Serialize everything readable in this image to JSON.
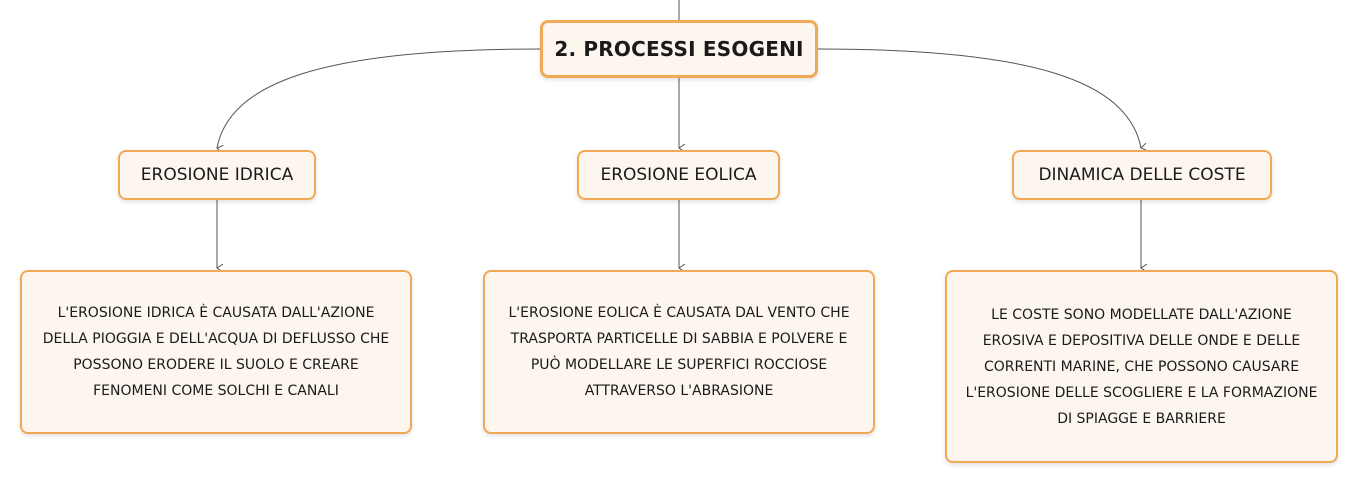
{
  "root": {
    "label": "2. PROCESSI ESOGENI"
  },
  "branches": [
    {
      "label": "EROSIONE IDRICA",
      "description": "L'EROSIONE IDRICA È CAUSATA DALL'AZIONE DELLA PIOGGIA E DELL'ACQUA DI DEFLUSSO CHE POSSONO ERODERE IL SUOLO E CREARE FENOMENI COME SOLCHI E CANALI"
    },
    {
      "label": "EROSIONE EOLICA",
      "description": "L'EROSIONE EOLICA È CAUSATA DAL VENTO CHE TRASPORTA PARTICELLE DI SABBIA E POLVERE E PUÒ MODELLARE LE SUPERFICI ROCCIOSE ATTRAVERSO L'ABRASIONE"
    },
    {
      "label": "DINAMICA DELLE COSTE",
      "description": "LE COSTE SONO MODELLATE DALL'AZIONE EROSIVA E DEPOSITIVA DELLE ONDE E DELLE CORRENTI MARINE, CHE POSSONO CAUSARE L'EROSIONE DELLE SCOGLIERE E LA FORMAZIONE DI SPIAGGE E BARRIERE"
    }
  ],
  "colors": {
    "node_border": "#f0a954",
    "node_fill": "#fdf6ef",
    "connector": "#555555"
  }
}
